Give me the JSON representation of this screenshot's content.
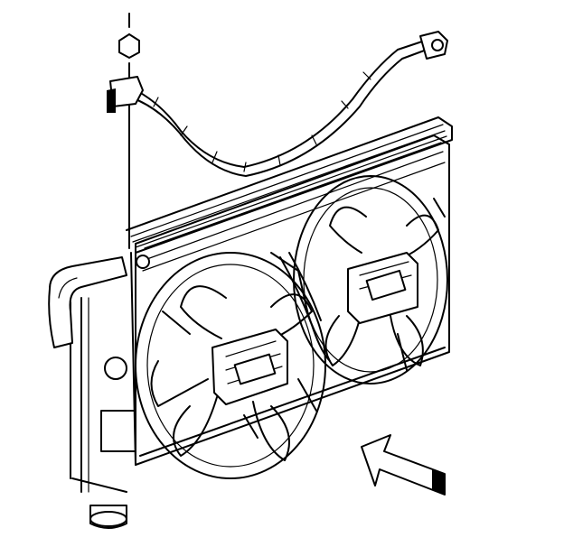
{
  "diagram": {
    "components": [
      "radiator",
      "cooling-fan-left",
      "cooling-fan-right",
      "fan-shroud",
      "wiring-harness",
      "harness-connector",
      "retaining-nut",
      "upper-hose",
      "lower-outlet",
      "direction-arrow"
    ],
    "colors": {
      "line": "#000000",
      "background": "#ffffff"
    }
  }
}
